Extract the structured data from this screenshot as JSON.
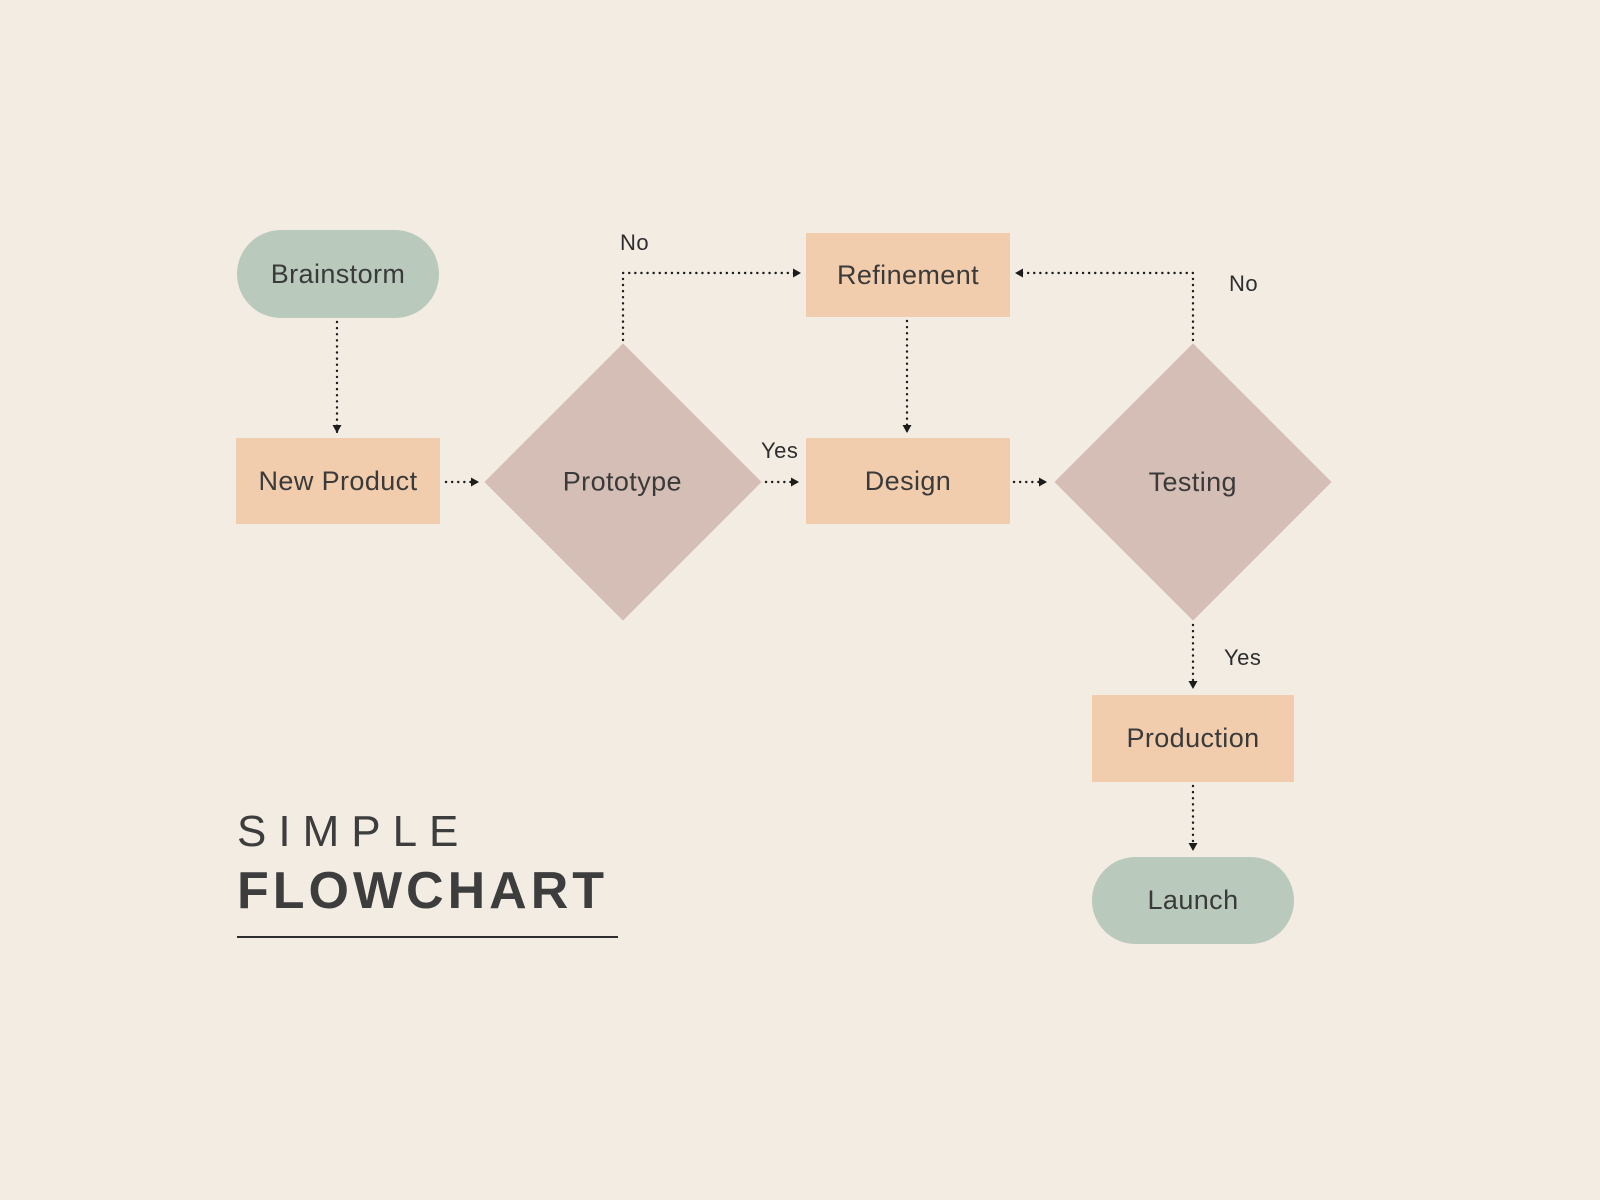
{
  "title": {
    "line1": "SIMPLE",
    "line2": "FLOWCHART"
  },
  "nodes": {
    "brainstorm": {
      "label": "Brainstorm",
      "shape": "rounded-terminal"
    },
    "new_product": {
      "label": "New Product",
      "shape": "rectangle-process"
    },
    "prototype": {
      "label": "Prototype",
      "shape": "diamond-decision"
    },
    "refinement": {
      "label": "Refinement",
      "shape": "rectangle-process"
    },
    "design": {
      "label": "Design",
      "shape": "rectangle-process"
    },
    "testing": {
      "label": "Testing",
      "shape": "diamond-decision"
    },
    "production": {
      "label": "Production",
      "shape": "rectangle-process"
    },
    "launch": {
      "label": "Launch",
      "shape": "rounded-terminal"
    }
  },
  "edge_labels": {
    "prototype_to_refinement": "No",
    "prototype_to_design": "Yes",
    "testing_to_refinement": "No",
    "testing_to_production": "Yes"
  },
  "connections": [
    {
      "from": "Brainstorm",
      "to": "New Product",
      "label": ""
    },
    {
      "from": "New Product",
      "to": "Prototype",
      "label": ""
    },
    {
      "from": "Prototype",
      "to": "Refinement",
      "label": "No"
    },
    {
      "from": "Prototype",
      "to": "Design",
      "label": "Yes"
    },
    {
      "from": "Refinement",
      "to": "Design",
      "label": ""
    },
    {
      "from": "Design",
      "to": "Testing",
      "label": ""
    },
    {
      "from": "Testing",
      "to": "Refinement",
      "label": "No"
    },
    {
      "from": "Testing",
      "to": "Production",
      "label": "Yes"
    },
    {
      "from": "Production",
      "to": "Launch",
      "label": ""
    }
  ],
  "colors": {
    "background": "#f2ece3",
    "terminal": "#b9c9bc",
    "process": "#f1cdae",
    "decision": "#d5beb5",
    "text": "#3a3a3a",
    "arrow": "#1c1c1c",
    "title": "#3d3d3d"
  }
}
